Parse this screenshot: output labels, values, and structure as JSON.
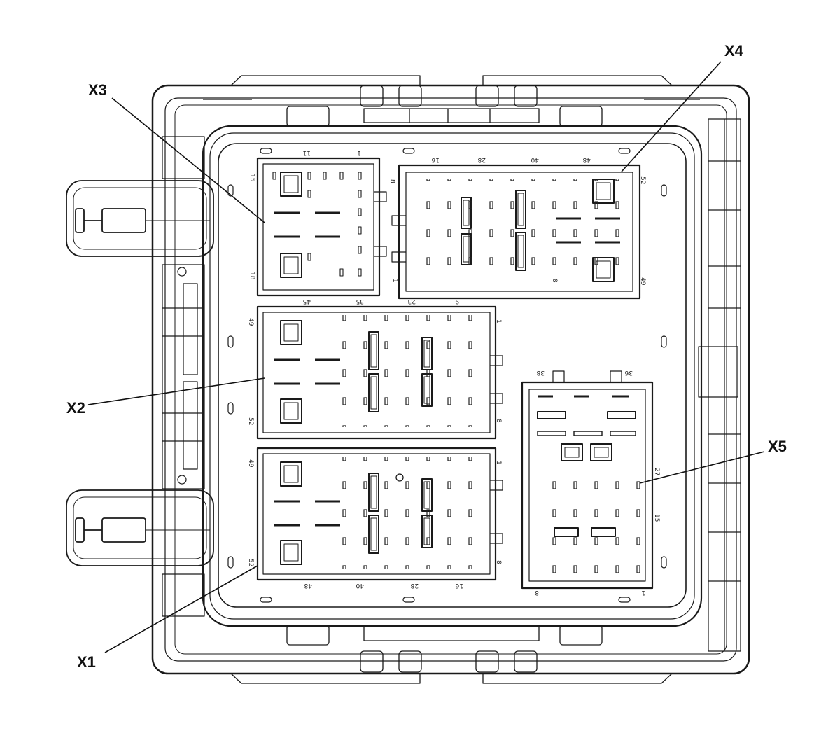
{
  "callouts": {
    "x1": "X1",
    "x2": "X2",
    "x3": "X3",
    "x4": "X4",
    "x5": "X5"
  },
  "pins": {
    "x3": {
      "p11": "11",
      "p1": "1",
      "p15": "15",
      "p18": "18",
      "p8": "8"
    },
    "x4": {
      "p16": "16",
      "p28": "28",
      "p40": "40",
      "p48": "48",
      "p52": "52",
      "p49": "49",
      "p1": "1",
      "p8": "8"
    },
    "x2": {
      "p45": "45",
      "p35": "35",
      "p23": "23",
      "p9": "9",
      "p1": "1",
      "p49": "49",
      "p52": "52",
      "p8": "8"
    },
    "x1": {
      "p49": "49",
      "p1": "1",
      "p52": "52",
      "p8": "8",
      "p48": "48",
      "p40": "40",
      "p28": "28",
      "p16": "16"
    },
    "x5": {
      "p38": "38",
      "p36": "36",
      "p27": "27",
      "p15": "15",
      "p8": "8",
      "p1": "1"
    }
  }
}
